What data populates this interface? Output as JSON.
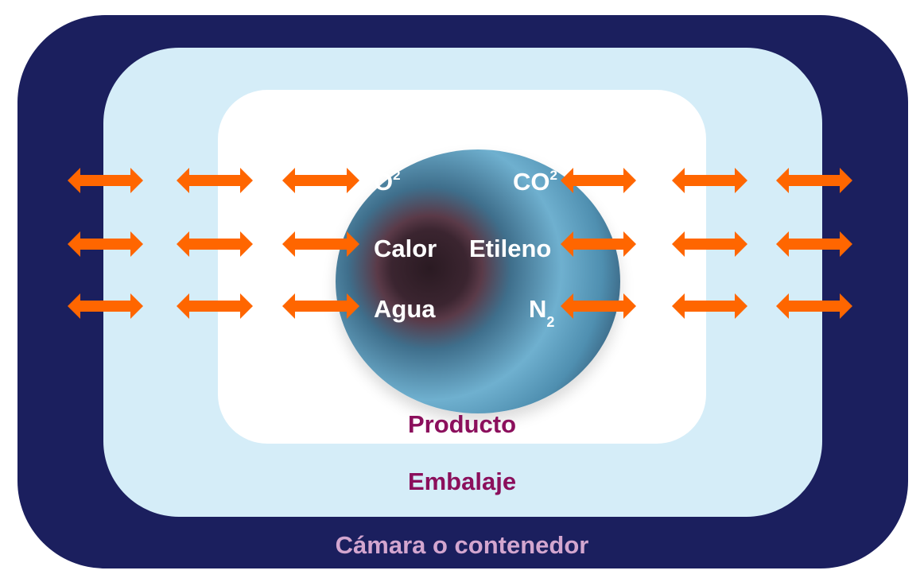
{
  "colors": {
    "container": "#1b1f5e",
    "packaging": "#d5edf8",
    "product": "#ffffff",
    "arrow": "#ff6600",
    "layer_label": "#8b0f5c",
    "container_label": "#d3a6cf"
  },
  "product_labels": {
    "o2": {
      "base": "O",
      "sup": "2"
    },
    "co2": {
      "base": "CO",
      "sup": "2"
    },
    "heat": "Calor",
    "ethylene": "Etileno",
    "water": "Agua",
    "n2": {
      "base": "N",
      "sub": "2"
    }
  },
  "layers": {
    "product": "Producto",
    "packaging": "Embalaje",
    "container": "Cámara o contenedor"
  },
  "arrow_icon": "double-headed-arrow"
}
